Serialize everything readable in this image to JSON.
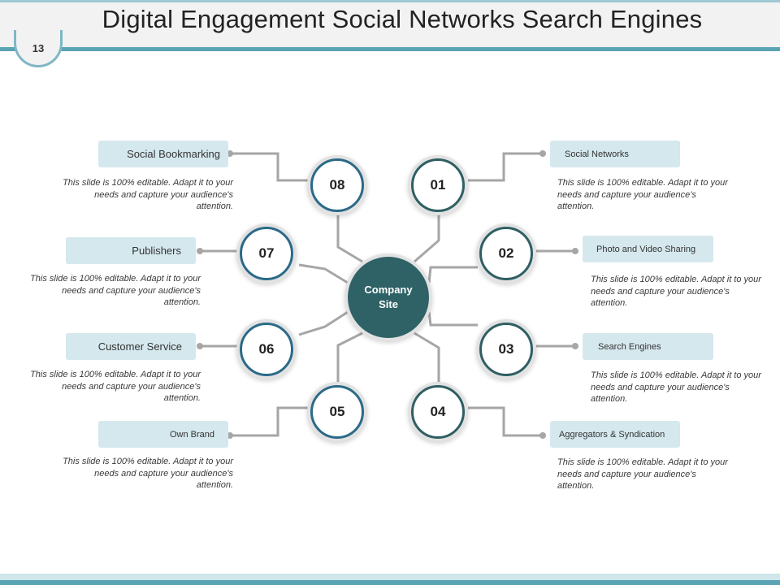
{
  "slide": {
    "title": "Digital Engagement Social Networks Search Engines",
    "page_number": "13"
  },
  "center": {
    "line1": "Company",
    "line2": "Site"
  },
  "nodes": {
    "n01": {
      "number": "01",
      "label": "Social Networks",
      "description": "This slide is 100% editable. Adapt it to your needs and capture your audience's attention."
    },
    "n02": {
      "number": "02",
      "label": "Photo and Video Sharing",
      "description": "This slide is 100% editable. Adapt it to your needs and capture your audience's attention."
    },
    "n03": {
      "number": "03",
      "label": "Search Engines",
      "description": "This slide is 100% editable. Adapt it to your needs and capture your audience's attention."
    },
    "n04": {
      "number": "04",
      "label": "Aggregators & Syndication",
      "description": "This slide is 100% editable. Adapt it to your needs and capture your audience's attention."
    },
    "n05": {
      "number": "05",
      "label": "Own Brand",
      "description": "This slide is 100% editable. Adapt it to your needs and capture your audience's attention."
    },
    "n06": {
      "number": "06",
      "label": "Customer Service",
      "description": "This slide is 100% editable. Adapt it to your needs and capture your audience's attention."
    },
    "n07": {
      "number": "07",
      "label": "Publishers",
      "description": "This slide is 100% editable. Adapt it to your needs and capture your audience's attention."
    },
    "n08": {
      "number": "08",
      "label": "Social Bookmarking",
      "description": "This slide is 100% editable. Adapt it to your needs and capture your audience's attention."
    }
  },
  "colors": {
    "center_fill": "#2e6266",
    "ring_blue": "#2b6a88",
    "ring_teal": "#2f5f63",
    "label_fill": "#d5e8ee",
    "connector": "#a6a6a6",
    "accent": "#5aa4b4"
  }
}
